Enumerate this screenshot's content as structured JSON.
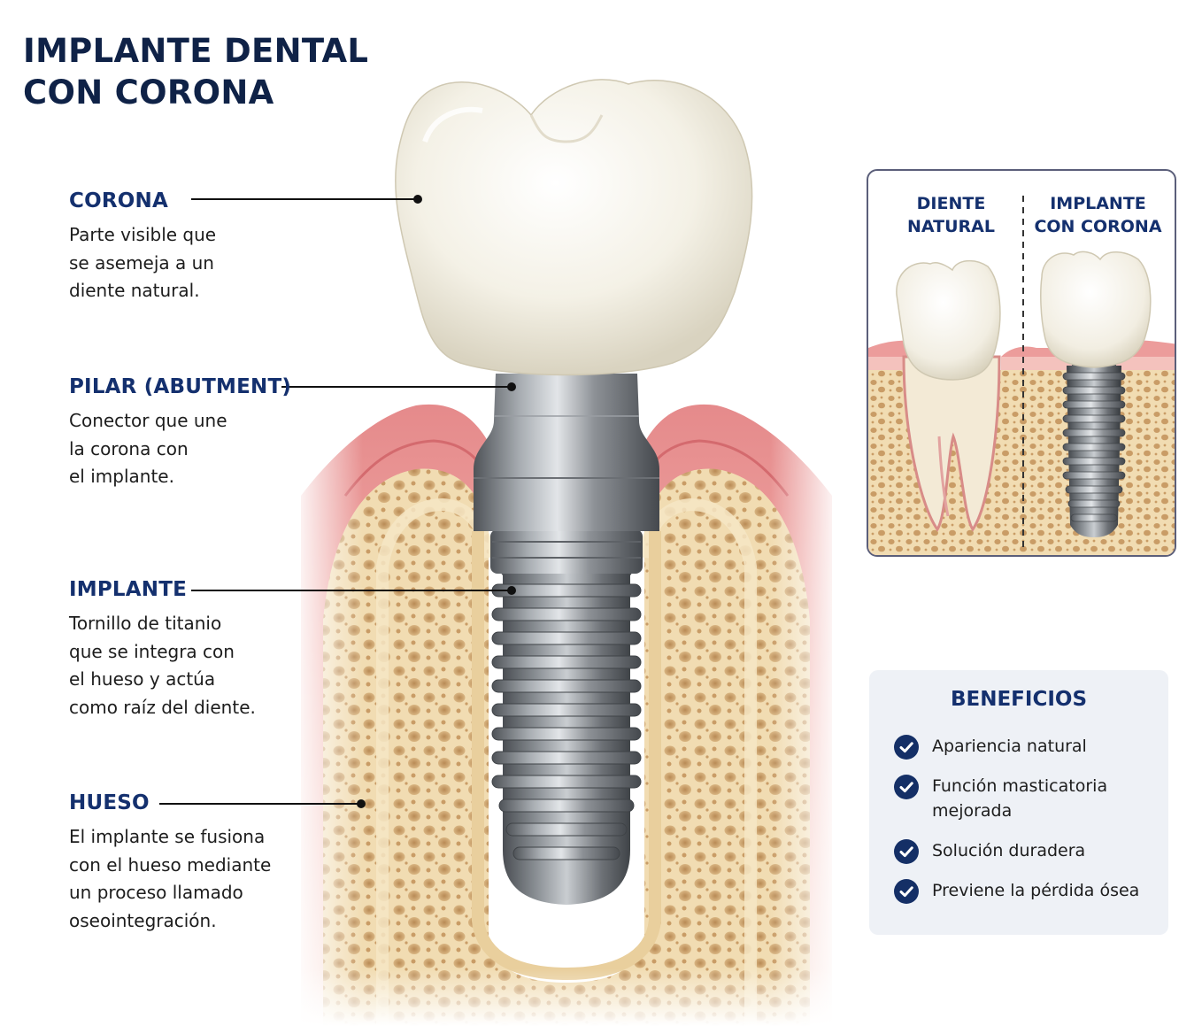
{
  "title": "IMPLANTE DENTAL\nCON CORONA",
  "labels": {
    "corona": {
      "heading": "CORONA",
      "text": "Parte visible que\nse asemeja a un\ndiente natural."
    },
    "pilar": {
      "heading": "PILAR (ABUTMENT)",
      "text": "Conector que une\nla corona con\nel implante."
    },
    "implante": {
      "heading": "IMPLANTE",
      "text": "Tornillo de titanio\nque se integra con\nel hueso y actúa\ncomo raíz del diente."
    },
    "hueso": {
      "heading": "HUESO",
      "text": "El implante se fusiona\ncon el hueso mediante\nun proceso llamado\noseointegración."
    }
  },
  "comparison": {
    "left_heading": "DIENTE\nNATURAL",
    "right_heading": "IMPLANTE\nCON CORONA"
  },
  "benefits": {
    "heading": "BENEFICIOS",
    "items": [
      "Apariencia natural",
      "Función masticatoria\nmejorada",
      "Solución duradera",
      "Previene la pérdida ósea"
    ]
  },
  "colors": {
    "title": "#0f2247",
    "heading": "#14306e",
    "gum": "#e98c8c",
    "bone": "#f0d8ad",
    "crown": "#f6f3ea",
    "titanium": "#8d9196",
    "check": "#142f66"
  },
  "icons": {
    "check": "check-circle-icon"
  }
}
